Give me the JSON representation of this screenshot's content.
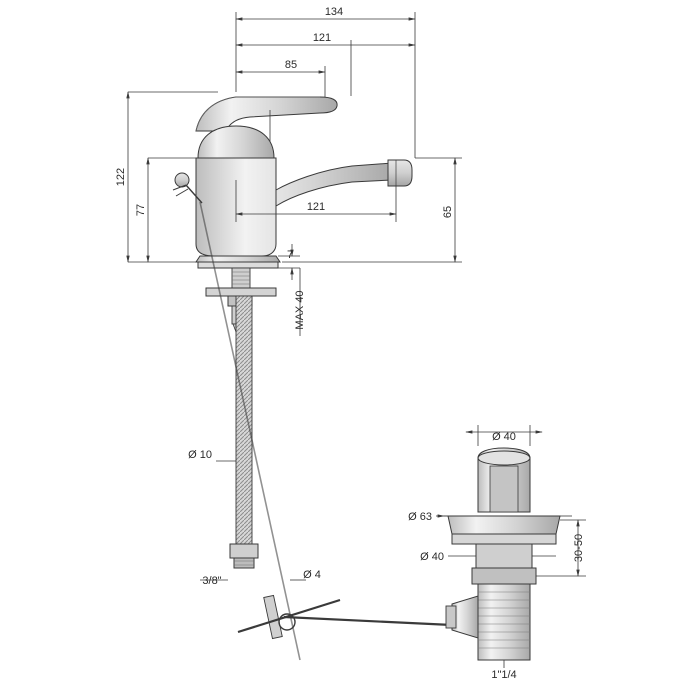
{
  "drawing": {
    "title": "Basin mixer tap technical dimension drawing",
    "units": "mm",
    "line_color": "#3a3a3a",
    "fill_light": "#e9e9e9",
    "fill_mid": "#c9c9c9",
    "fill_dark": "#9a9a9a",
    "background": "#ffffff"
  },
  "dimensions": {
    "top_overall": "134",
    "top_second": "121",
    "top_third": "85",
    "left_total_height": "122",
    "left_handle_height": "77",
    "spout_reach": "121",
    "spout_height": "65",
    "deck_thickness": "7",
    "max_thickness": "MAX 40",
    "hose_diameter": "Ø 10",
    "hose_thread": "3/8\"",
    "rod_diameter": "Ø 4",
    "waste_cap_diameter": "Ø 40",
    "waste_flange_diameter": "Ø 63",
    "waste_body_diameter": "Ø 40",
    "waste_thickness_range": "30-50",
    "waste_thread": "1\"1/4"
  }
}
